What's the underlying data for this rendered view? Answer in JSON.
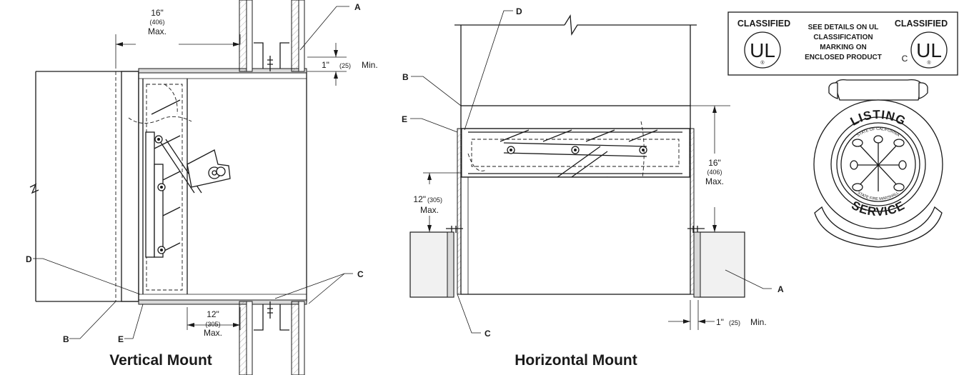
{
  "labels": {
    "A": "A",
    "B": "B",
    "C": "C",
    "D": "D",
    "E": "E"
  },
  "vertical": {
    "caption": "Vertical Mount",
    "dim_top": {
      "inch": "16\"",
      "mm": "(406)",
      "suffix": "Max."
    },
    "dim_bottom": {
      "inch": "12\"",
      "mm": "(305)",
      "suffix": "Max."
    },
    "dim_min": {
      "inch": "1\"",
      "mm": "(25)",
      "suffix": "Min."
    }
  },
  "horizontal": {
    "caption": "Horizontal Mount",
    "dim_left": {
      "inch": "12\"",
      "mm": "(305)",
      "suffix": "Max."
    },
    "dim_right": {
      "inch": "16\"",
      "mm": "(406)",
      "suffix": "Max."
    },
    "dim_min": {
      "inch": "1\"",
      "mm": "(25)",
      "suffix": "Min."
    }
  },
  "ul_box": {
    "classified_left": "CLASSIFIED",
    "classified_right": "CLASSIFIED",
    "line1": "SEE DETAILS ON UL",
    "line2": "CLASSIFICATION",
    "line3": "MARKING ON",
    "line4": "ENCLOSED PRODUCT",
    "ul_mark": "UL",
    "c_mark": "C",
    "reg_mark": "®"
  },
  "seal": {
    "top": "LISTING",
    "bottom": "SERVICE",
    "inner_top": "STATE OF CALIFORNIA",
    "inner_bottom": "STATE FIRE MARSHALL"
  }
}
